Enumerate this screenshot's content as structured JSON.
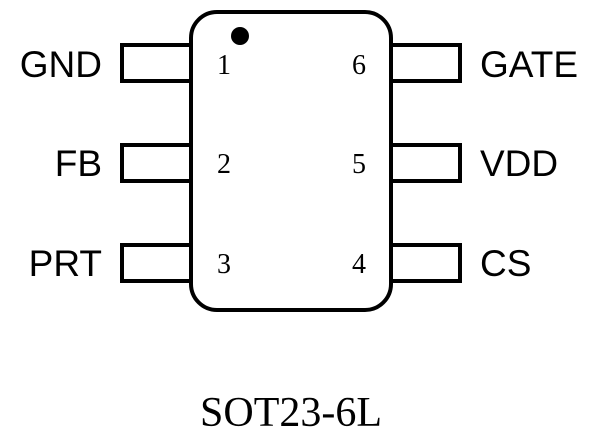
{
  "package": {
    "name": "SOT23-6L",
    "body_color": "#000000",
    "background_color": "#ffffff"
  },
  "pins": {
    "left": [
      {
        "number": "1",
        "label": "GND"
      },
      {
        "number": "2",
        "label": "FB"
      },
      {
        "number": "3",
        "label": "PRT"
      }
    ],
    "right": [
      {
        "number": "6",
        "label": "GATE"
      },
      {
        "number": "5",
        "label": "VDD"
      },
      {
        "number": "4",
        "label": "CS"
      }
    ]
  }
}
